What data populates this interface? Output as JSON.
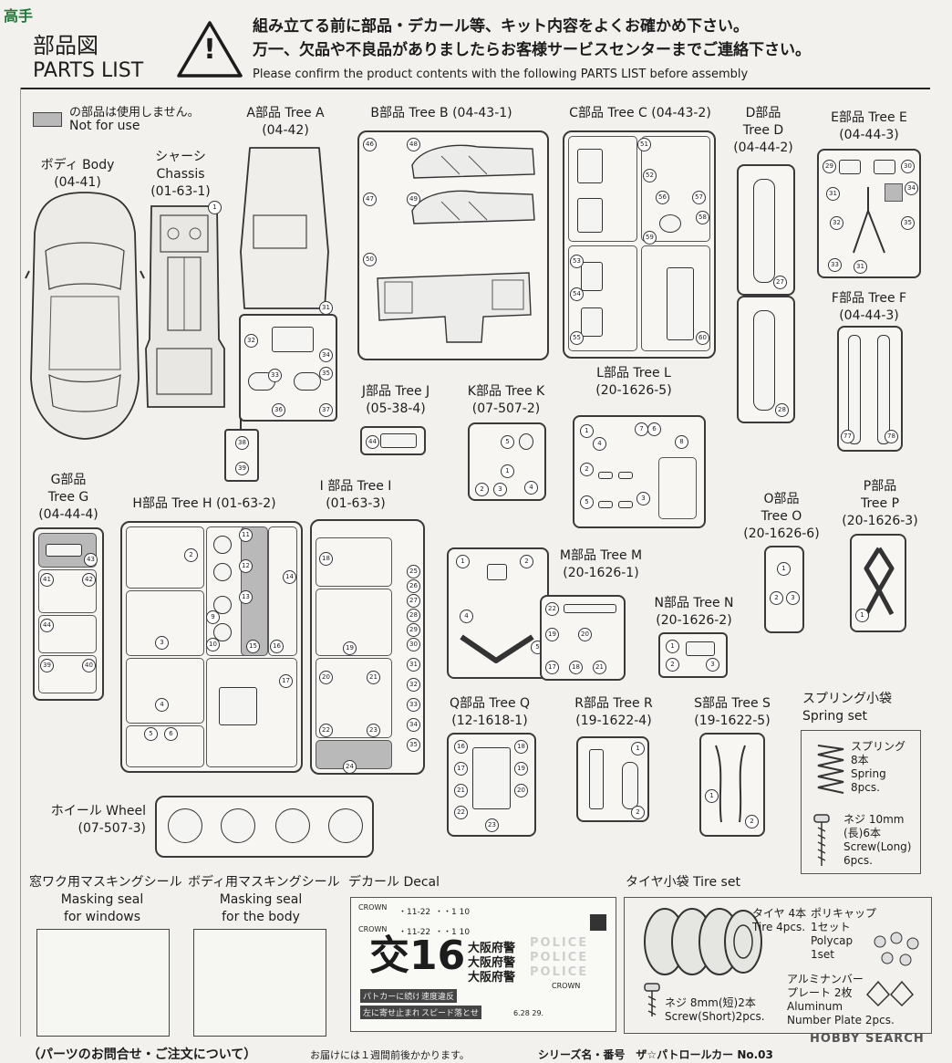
{
  "header": {
    "title_ja": "部品図",
    "title_en": "PARTS LIST",
    "notice_line1": "組み立てる前に部品・デカール等、キット内容をよくお確かめ下さい。",
    "notice_line2": "万一、欠品や不良品がありましたらお客様サービスセンターまでご連絡下さい。",
    "notice_line3": "Please confirm the product contents with the following PARTS LIST before assembly",
    "warning_symbol": "!"
  },
  "legend": {
    "ja": "の部品は使用しません。",
    "en": "Not for use"
  },
  "parts": {
    "body": {
      "ja": "ボディ Body",
      "code": "(04-41)"
    },
    "chassis": {
      "ja": "シャーシ",
      "en": "Chassis",
      "code": "(01-63-1)"
    },
    "tree_a": {
      "name": "A部品 Tree A",
      "code": "(04-42)"
    },
    "tree_b": {
      "name": "B部品 Tree B (04-43-1)"
    },
    "tree_c": {
      "name": "C部品 Tree C (04-43-2)"
    },
    "tree_d": {
      "ja": "D部品",
      "en": "Tree D",
      "code": "(04-44-2)"
    },
    "tree_e": {
      "name": "E部品 Tree E",
      "code": "(04-44-3)"
    },
    "tree_f": {
      "name": "F部品 Tree F",
      "code": "(04-44-3)"
    },
    "tree_g": {
      "ja": "G部品",
      "en": "Tree G",
      "code": "(04-44-4)"
    },
    "tree_h": {
      "name": "H部品 Tree H (01-63-2)"
    },
    "tree_i": {
      "name": "I 部品 Tree I",
      "code": "(01-63-3)"
    },
    "tree_j": {
      "name": "J部品 Tree J",
      "code": "(05-38-4)"
    },
    "tree_k": {
      "name": "K部品 Tree K",
      "code": "(07-507-2)"
    },
    "tree_l": {
      "name": "L部品 Tree L",
      "code": "(20-1626-5)"
    },
    "tree_m": {
      "name": "M部品 Tree M",
      "code": "(20-1626-1)"
    },
    "tree_n": {
      "name": "N部品 Tree N",
      "code": "(20-1626-2)"
    },
    "tree_o": {
      "ja": "O部品",
      "en": "Tree O",
      "code": "(20-1626-6)"
    },
    "tree_p": {
      "ja": "P部品",
      "en": "Tree P",
      "code": "(20-1626-3)"
    },
    "tree_q": {
      "name": "Q部品 Tree Q",
      "code": "(12-1618-1)"
    },
    "tree_r": {
      "name": "R部品 Tree R",
      "code": "(19-1622-4)"
    },
    "tree_s": {
      "name": "S部品 Tree S",
      "code": "(19-1622-5)"
    },
    "wheel": {
      "name": "ホイール Wheel",
      "code": "(07-507-3)"
    },
    "spring_set": {
      "ja": "スプリング小袋",
      "en": "Spring set"
    },
    "spring": {
      "l1": "スプリング",
      "l2": "8本",
      "l3": "Spring",
      "l4": "8pcs."
    },
    "screw_long": {
      "l1": "ネジ 10mm",
      "l2": "(長)6本",
      "l3": "Screw(Long)",
      "l4": "6pcs."
    },
    "mask_windows": {
      "l1": "窓ワク用マスキングシール",
      "l2": "Masking seal",
      "l3": "for windows"
    },
    "mask_body": {
      "l1": "ボディ用マスキングシール",
      "l2": "Masking seal",
      "l3": "for the body"
    },
    "decal": {
      "name": "デカール Decal"
    },
    "tire_set": {
      "name": "タイヤ小袋 Tire set"
    },
    "tire": {
      "l1": "タイヤ 4本",
      "l2": "Tire 4pcs."
    },
    "polycap": {
      "l1": "ポリキャップ",
      "l2": "1セット",
      "l3": "Polycap",
      "l4": "1set"
    },
    "screw_short": {
      "l1": "ネジ 8mm(短)2本",
      "l2": "Screw(Short)2pcs."
    },
    "number_plate": {
      "l1": "アルミナンバー",
      "l2": "プレート 2枚",
      "l3": "Aluminum",
      "l4": "Number Plate 2pcs."
    }
  },
  "decal_sheet": {
    "big_text": "交16",
    "prefecture": "大阪府警",
    "police": "POLICE",
    "crown": "CROWN",
    "plate_nums": [
      "・11-22",
      "・・1 10"
    ],
    "box1": "パトカーに続け",
    "box2": "速度違反",
    "box3": "左に寄せ止まれ",
    "box4": "スピード落とせ",
    "date": "6.28 29."
  },
  "watermark": {
    "top": "高手",
    "bottom": "HOBBY SEARCH"
  },
  "footer": {
    "left": "（パーツのお問合せ・ご注文について）",
    "mid": "お届けには１週間前後かかります。",
    "right": "シリーズ名・番号　ザ☆パトロールカー No.03"
  }
}
